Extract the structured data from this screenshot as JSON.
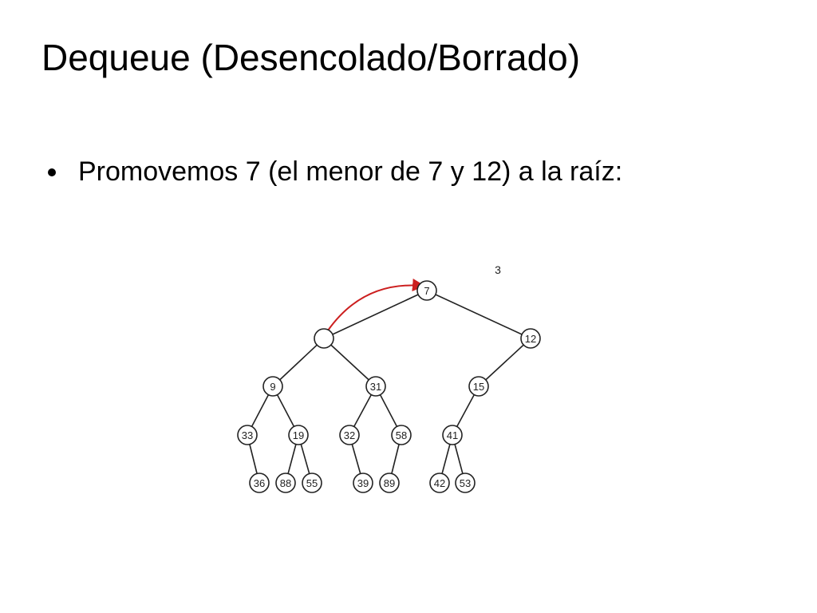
{
  "slide": {
    "title": "Dequeue (Desencolado/Borrado)",
    "bullet": "Promovemos 7 (el menor de 7 y 12) a la raíz:"
  },
  "diagram": {
    "removed_value": "3",
    "root": "7",
    "vacated": "",
    "level1_right": "12",
    "level2": [
      "9",
      "31",
      "15"
    ],
    "level3": [
      "33",
      "19",
      "32",
      "58",
      "41"
    ],
    "level4": [
      "36",
      "88",
      "55",
      "39",
      "89",
      "42",
      "53"
    ],
    "arrow_color": "#cc1f1f",
    "node_stroke": "#222222"
  }
}
